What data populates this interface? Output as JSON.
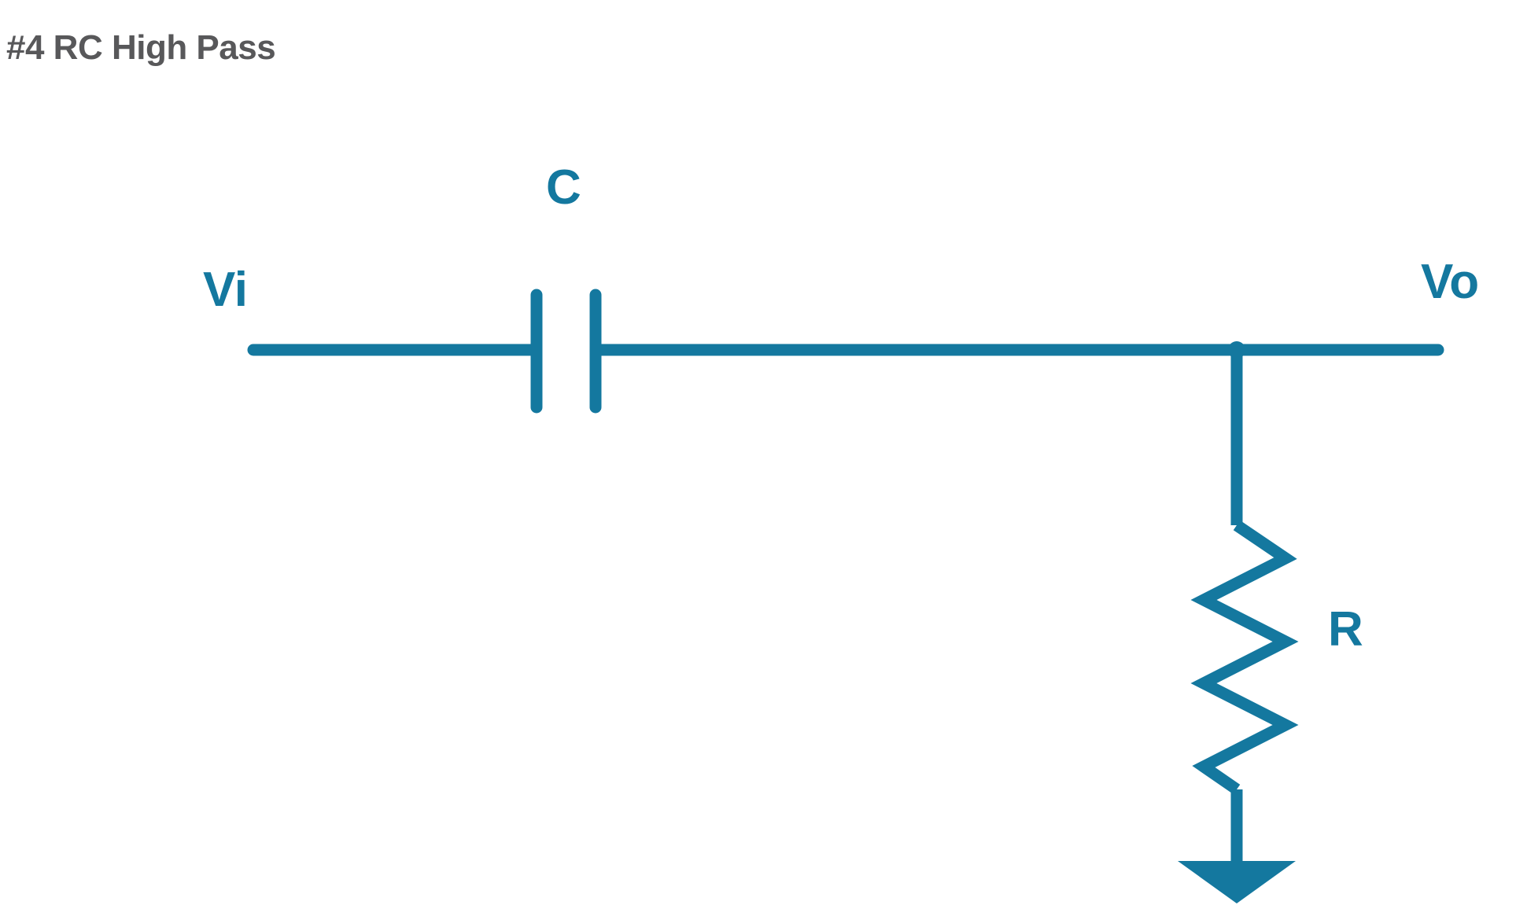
{
  "page": {
    "title": "#4 RC High Pass",
    "background_color": "#ffffff",
    "title_color": "#58585a"
  },
  "circuit": {
    "accent_color": "#14789f",
    "type": "rc-high-pass-filter",
    "labels": {
      "input": "Vi",
      "capacitor": "C",
      "output": "Vo",
      "resistor": "R"
    },
    "components": [
      {
        "name": "input-terminal",
        "label": "Vi",
        "kind": "terminal"
      },
      {
        "name": "capacitor",
        "label": "C",
        "kind": "capacitor",
        "orientation": "horizontal"
      },
      {
        "name": "output-terminal",
        "label": "Vo",
        "kind": "terminal"
      },
      {
        "name": "resistor",
        "label": "R",
        "kind": "resistor",
        "orientation": "vertical"
      },
      {
        "name": "ground",
        "label": "",
        "kind": "ground-arrow",
        "direction": "down"
      }
    ]
  }
}
